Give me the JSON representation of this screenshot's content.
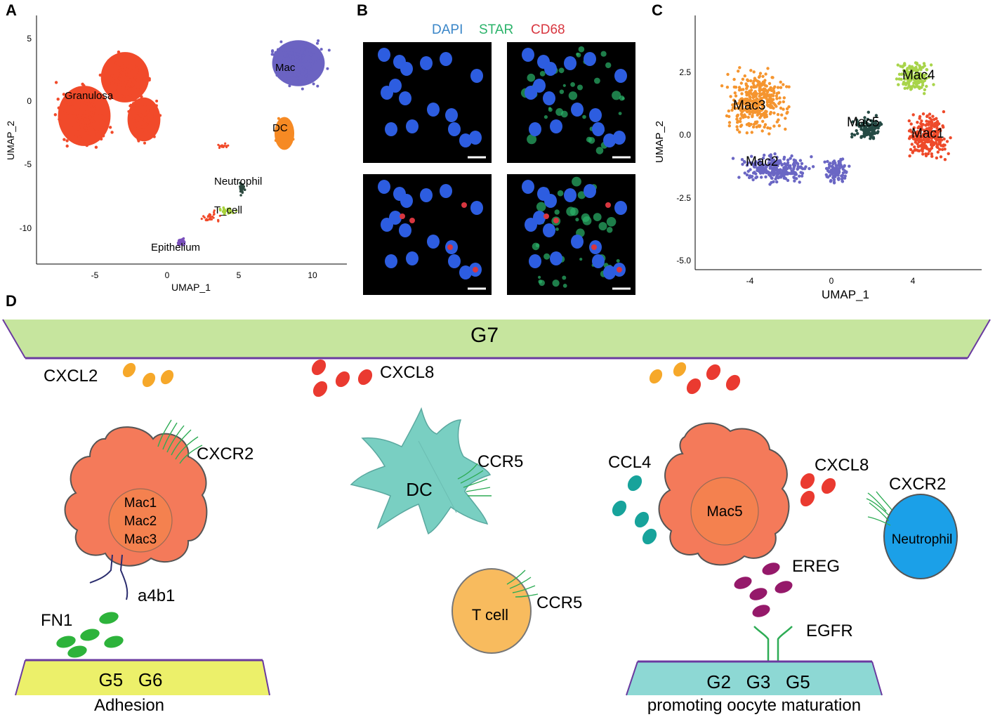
{
  "panels": {
    "a": {
      "letter": "A",
      "xlabel": "UMAP_1",
      "ylabel": "UMAP_2",
      "xticks": [
        "-5",
        "0",
        "5",
        "10"
      ],
      "yticks": [
        "5",
        "0",
        "-5",
        "-10"
      ],
      "clusters": [
        {
          "label": "Granulosa",
          "color": "#f14a2a"
        },
        {
          "label": "Mac",
          "color": "#6b63c2"
        },
        {
          "label": "DC",
          "color": "#f68a24"
        },
        {
          "label": "Neutrophil",
          "color": "#2e4a40"
        },
        {
          "label": "T_cell",
          "color": "#a7d23a"
        },
        {
          "label": "Epithelium",
          "color": "#7a4fbc"
        }
      ]
    },
    "b": {
      "letter": "B",
      "legend": [
        {
          "label": "DAPI",
          "color": "#3a86c8"
        },
        {
          "label": "STAR",
          "color": "#2bb36a"
        },
        {
          "label": "CD68",
          "color": "#d8363f"
        }
      ]
    },
    "c": {
      "letter": "C",
      "xlabel": "UMAP_1",
      "ylabel": "UMAP_2",
      "xticks": [
        "-4",
        "0",
        "4"
      ],
      "yticks": [
        "2.5",
        "0.0",
        "-2.5",
        "-5.0"
      ],
      "clusters": [
        {
          "label": "Mac3",
          "color": "#f5952f"
        },
        {
          "label": "Mac2",
          "color": "#6a66c4"
        },
        {
          "label": "Mac5",
          "color": "#254a44"
        },
        {
          "label": "Mac4",
          "color": "#a8d44a"
        },
        {
          "label": "Mac1",
          "color": "#ee4a2a"
        }
      ]
    },
    "d": {
      "letter": "D",
      "g7_label": "G7",
      "cxcl2_label": "CXCL2",
      "cxcl8_label": "CXCL8",
      "cxcr2_label": "CXCR2",
      "mac123_lines": [
        "Mac1",
        "Mac2",
        "Mac3"
      ],
      "a4b1_label": "a4b1",
      "fn1_label": "FN1",
      "g5g6_label": "G5   G6",
      "adhesion_label": "Adhesion",
      "dc_label": "DC",
      "ccr5_label": "CCR5",
      "tcell_label": "T cell",
      "tcell_ccr5_label": "CCR5",
      "ccl4_label": "CCL4",
      "mac5_label": "Mac5",
      "cxcl8_right_label": "CXCL8",
      "neutrophil_cxcr2_label": "CXCR2",
      "neutrophil_label": "Neutrophil",
      "ereg_label": "EREG",
      "egfr_label": "EGFR",
      "g2g3g5_label": "G2   G3   G5",
      "maturation_label": "promoting oocyte maturation",
      "colors": {
        "g7_band": "#c6e59e",
        "g56_band": "#ecf06a",
        "g235_band": "#8dd8d4",
        "band_edge": "#6a3aa0",
        "macrophage": "#f47a5a",
        "dc": "#79cfc2",
        "tcell": "#f8bb5e",
        "neutrophil": "#1ba0e8",
        "cxcl2": "#f6a82a",
        "cxcl8": "#ea3a30",
        "ccl4": "#17a39b",
        "ereg": "#95196a",
        "fn1": "#2db33b",
        "receptor": "#2eac55",
        "integrin": "#2b2d6e"
      }
    }
  }
}
